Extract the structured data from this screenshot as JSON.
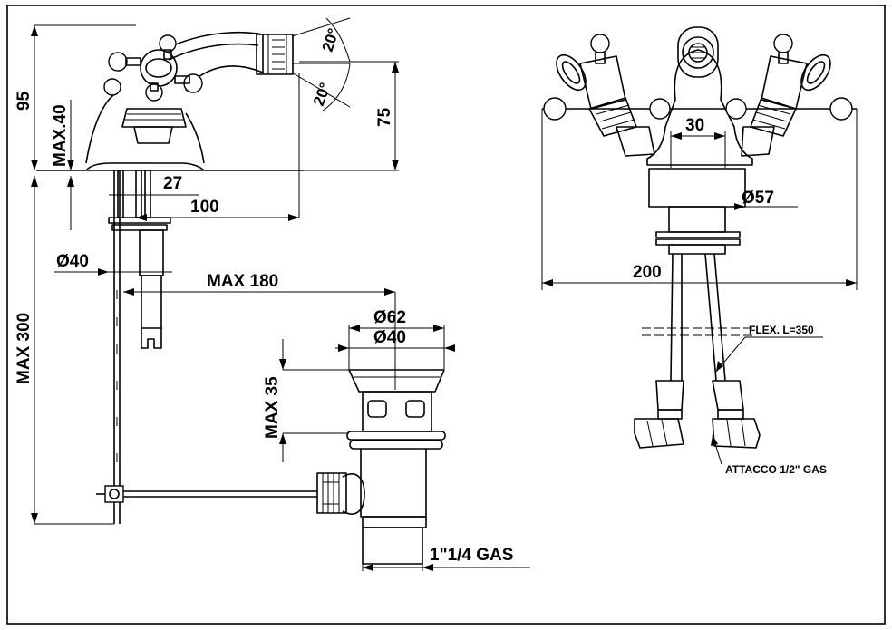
{
  "labels": {
    "angle_top": "20°",
    "angle_bottom": "20°",
    "height_95": "95",
    "max_40": "MAX.40",
    "height_75": "75",
    "dim_27": "27",
    "dim_100": "100",
    "dia_40_upper": "Ø40",
    "max_300": "MAX 300",
    "max_180": "MAX 180",
    "dia_62": "Ø62",
    "dia_40_waste": "Ø40",
    "max_35": "MAX 35",
    "gas_1_1_4": "1\"1/4 GAS",
    "dim_30": "30",
    "dia_57": "Ø57",
    "dim_200": "200",
    "flex": "FLEX. L=350",
    "attacco": "ATTACCO 1/2\" GAS"
  }
}
